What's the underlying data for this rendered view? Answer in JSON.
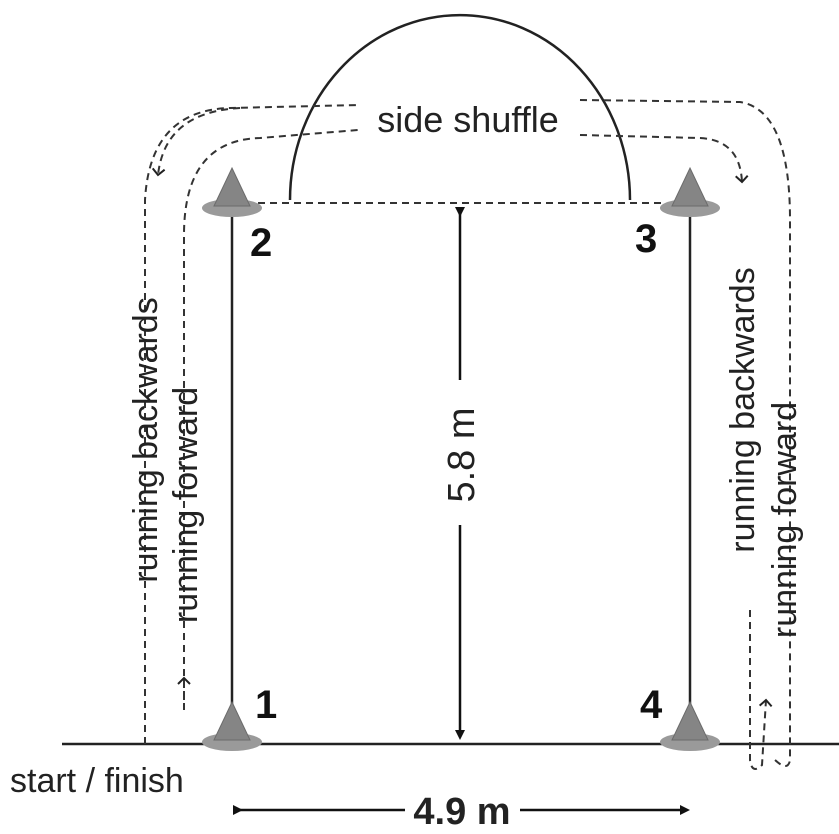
{
  "labels": {
    "side_shuffle": "side shuffle",
    "start_finish": "start / finish",
    "height": "5.8 m",
    "width": "4.9 m",
    "left_outer": "running backwards",
    "left_inner": "running forward",
    "right_outer": "running backwards",
    "right_inner": "running forward"
  },
  "cones": [
    {
      "id": "cone-1",
      "number": "1"
    },
    {
      "id": "cone-2",
      "number": "2"
    },
    {
      "id": "cone-3",
      "number": "3"
    },
    {
      "id": "cone-4",
      "number": "4"
    }
  ],
  "colors": {
    "cone_fill": "#8c8c8c",
    "cone_base": "#a0a0a0",
    "line": "#222222"
  }
}
